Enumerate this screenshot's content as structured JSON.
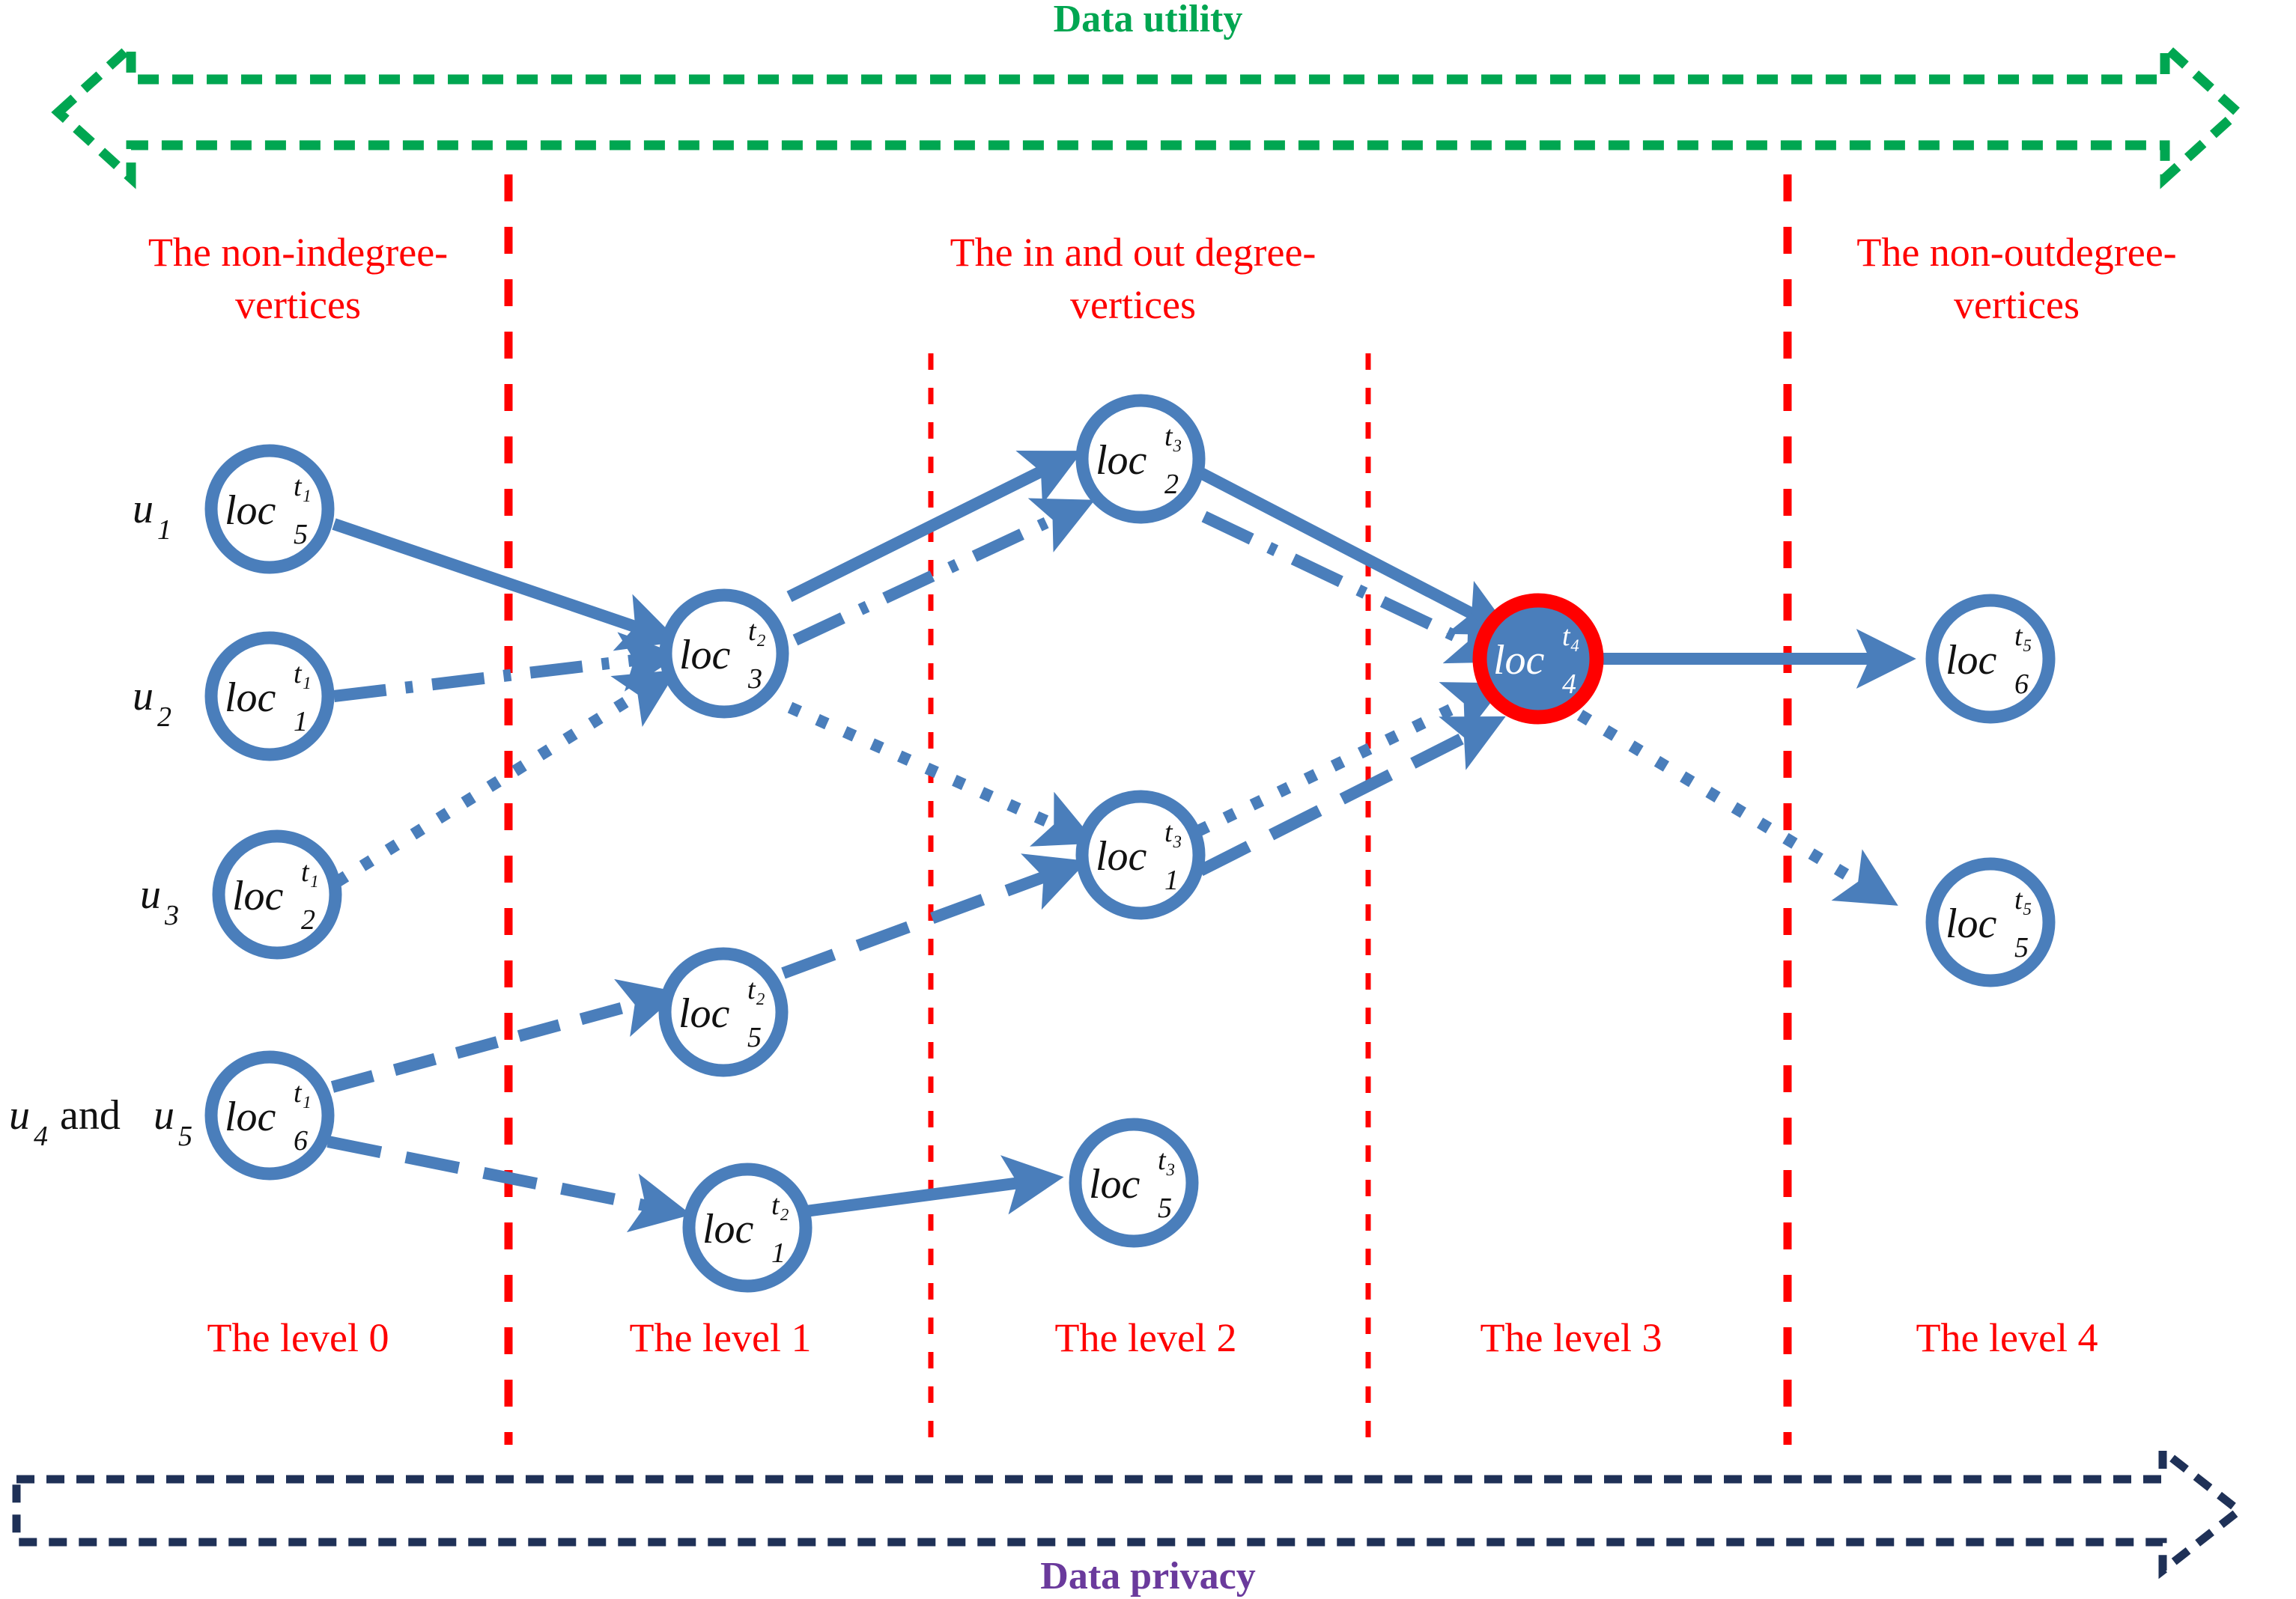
{
  "figure": {
    "top_axis_label": "Data utility",
    "top_axis_color": "#00a651",
    "bottom_axis_label": "Data privacy",
    "bottom_axis_color": "#6a3a9c",
    "bottom_axis_line_color": "#1f3157",
    "node_color": "#4a7ebb",
    "highlight_border_color": "#ff0000",
    "divider_color": "#ff0000",
    "label_color": "#ff0000"
  },
  "categories": [
    {
      "id": "non-indegree",
      "line1": "The non-indegree-",
      "line2": "vertices"
    },
    {
      "id": "in-and-out",
      "line1": "The in and out degree-",
      "line2": "vertices"
    },
    {
      "id": "non-outdegree",
      "line1": "The non-outdegree-",
      "line2": "vertices"
    }
  ],
  "levels": [
    {
      "id": "level-0",
      "label": "The level 0"
    },
    {
      "id": "level-1",
      "label": "The level 1"
    },
    {
      "id": "level-2",
      "label": "The level 2"
    },
    {
      "id": "level-3",
      "label": "The level 3"
    },
    {
      "id": "level-4",
      "label": "The level 4"
    }
  ],
  "users": [
    {
      "id": "u1",
      "base": "u",
      "sub": "1",
      "text": "u₁"
    },
    {
      "id": "u2",
      "base": "u",
      "sub": "2",
      "text": "u₂"
    },
    {
      "id": "u3",
      "base": "u",
      "sub": "3",
      "text": "u₃"
    },
    {
      "id": "u4u5",
      "base": "u",
      "sub": "4",
      "text": "u₄ and u₅",
      "conjunction": "and",
      "sub2": "5"
    }
  ],
  "nodes": [
    {
      "id": "n-loc5-t1",
      "base": "loc",
      "sub": "5",
      "sup": "t₁",
      "text": "loc₅^t₁",
      "level": 0,
      "highlight": false
    },
    {
      "id": "n-loc1-t1",
      "base": "loc",
      "sub": "1",
      "sup": "t₁",
      "text": "loc₁^t₁",
      "level": 0,
      "highlight": false
    },
    {
      "id": "n-loc2-t1",
      "base": "loc",
      "sub": "2",
      "sup": "t₁",
      "text": "loc₂^t₁",
      "level": 0,
      "highlight": false
    },
    {
      "id": "n-loc6-t1",
      "base": "loc",
      "sub": "6",
      "sup": "t₁",
      "text": "loc₆^t₁",
      "level": 0,
      "highlight": false
    },
    {
      "id": "n-loc3-t2",
      "base": "loc",
      "sub": "3",
      "sup": "t₂",
      "text": "loc₃^t₂",
      "level": 1,
      "highlight": false
    },
    {
      "id": "n-loc5-t2",
      "base": "loc",
      "sub": "5",
      "sup": "t₂",
      "text": "loc₅^t₂",
      "level": 1,
      "highlight": false
    },
    {
      "id": "n-loc1-t2",
      "base": "loc",
      "sub": "1",
      "sup": "t₂",
      "text": "loc₁^t₂",
      "level": 1,
      "highlight": false
    },
    {
      "id": "n-loc2-t3",
      "base": "loc",
      "sub": "2",
      "sup": "t₃",
      "text": "loc₂^t₃",
      "level": 2,
      "highlight": false
    },
    {
      "id": "n-loc1-t3",
      "base": "loc",
      "sub": "1",
      "sup": "t₃",
      "text": "loc₁^t₃",
      "level": 2,
      "highlight": false
    },
    {
      "id": "n-loc5-t3",
      "base": "loc",
      "sub": "5",
      "sup": "t₃",
      "text": "loc₅^t₃",
      "level": 2,
      "highlight": false
    },
    {
      "id": "n-loc4-t4",
      "base": "loc",
      "sub": "4",
      "sup": "t₄",
      "text": "loc₄^t₄",
      "level": 3,
      "highlight": true
    },
    {
      "id": "n-loc6-t5",
      "base": "loc",
      "sub": "6",
      "sup": "t₅",
      "text": "loc₆^t₅",
      "level": 4,
      "highlight": false
    },
    {
      "id": "n-loc5-t5",
      "base": "loc",
      "sub": "5",
      "sup": "t₅",
      "text": "loc₅^t₅",
      "level": 4,
      "highlight": false
    }
  ],
  "edges": [
    {
      "id": "e1",
      "from": "n-loc5-t1",
      "to": "n-loc3-t2",
      "style": "solid"
    },
    {
      "id": "e2",
      "from": "n-loc1-t1",
      "to": "n-loc3-t2",
      "style": "dashdot"
    },
    {
      "id": "e3",
      "from": "n-loc2-t1",
      "to": "n-loc3-t2",
      "style": "dotted"
    },
    {
      "id": "e4",
      "from": "n-loc6-t1",
      "to": "n-loc5-t2",
      "style": "dashed"
    },
    {
      "id": "e5",
      "from": "n-loc6-t1",
      "to": "n-loc1-t2",
      "style": "longdash"
    },
    {
      "id": "e6",
      "from": "n-loc3-t2",
      "to": "n-loc2-t3",
      "style": "solid"
    },
    {
      "id": "e7",
      "from": "n-loc3-t2",
      "to": "n-loc2-t3",
      "style": "dashdot"
    },
    {
      "id": "e8",
      "from": "n-loc3-t2",
      "to": "n-loc1-t3",
      "style": "dotted"
    },
    {
      "id": "e9",
      "from": "n-loc5-t2",
      "to": "n-loc1-t3",
      "style": "longdash"
    },
    {
      "id": "e10",
      "from": "n-loc1-t2",
      "to": "n-loc5-t3",
      "style": "solid"
    },
    {
      "id": "e11",
      "from": "n-loc2-t3",
      "to": "n-loc4-t4",
      "style": "solid"
    },
    {
      "id": "e12",
      "from": "n-loc2-t3",
      "to": "n-loc4-t4",
      "style": "dashdot"
    },
    {
      "id": "e13",
      "from": "n-loc1-t3",
      "to": "n-loc4-t4",
      "style": "dotted"
    },
    {
      "id": "e14",
      "from": "n-loc1-t3",
      "to": "n-loc4-t4",
      "style": "longdash"
    },
    {
      "id": "e15",
      "from": "n-loc4-t4",
      "to": "n-loc6-t5",
      "style": "solid"
    },
    {
      "id": "e16",
      "from": "n-loc4-t4",
      "to": "n-loc5-t5",
      "style": "dotted"
    }
  ],
  "chart_data": {
    "type": "diagram",
    "title": "Level-based trajectory graph with data utility and data privacy axes",
    "graph_kind": "layered directed graph",
    "layers": 5,
    "node_count": 13,
    "edge_count": 16,
    "highlighted_node": "loc₄^t₄"
  }
}
